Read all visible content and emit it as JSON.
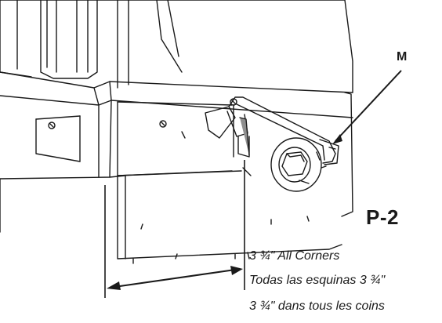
{
  "callout": {
    "label": "M"
  },
  "step": {
    "label": "P-2"
  },
  "captions": {
    "en": "3 ¾\" All Corners",
    "es": "Todas las esquinas 3 ¾\"",
    "fr": "3 ¾\" dans tous les coins"
  },
  "colors": {
    "line": "#1a1a1a",
    "background": "#ffffff",
    "shade": "#8f8f8f"
  }
}
